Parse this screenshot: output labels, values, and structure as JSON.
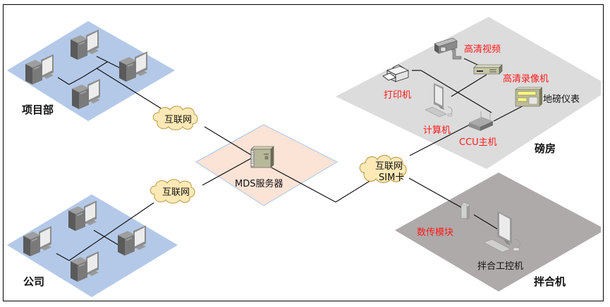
{
  "zones": {
    "project_dept": {
      "label": "项目部",
      "color": "#b4c9e8"
    },
    "company": {
      "label": "公司",
      "color": "#b4c9e8"
    },
    "server_zone": {
      "color": "#fbe3d6",
      "border": "#a9c7e8"
    },
    "weigh_room": {
      "label": "磅房",
      "color": "#dcdcdc"
    },
    "mixer": {
      "label": "拌合机",
      "color": "#aeaaaa"
    }
  },
  "clouds": {
    "internet_top": {
      "label": "互联网"
    },
    "internet_bottom": {
      "label": "互联网"
    },
    "internet_sim": {
      "line1": "互联网",
      "line2": "SIM卡"
    },
    "fill": "#fde9b6",
    "stroke": "#b89a44"
  },
  "server": {
    "label": "MDS服务器"
  },
  "weigh_room_devices": {
    "camera": "高清视频",
    "recorder": "高清录像机",
    "printer": "打印机",
    "scale_meter": "地磅仪表",
    "computer": "计算机",
    "ccu": "CCU主机"
  },
  "mixer_devices": {
    "radio_module": "数传模块",
    "control_pc": "拌合工控机"
  },
  "colors": {
    "red_label": "#ff1a1a",
    "line": "#111111"
  }
}
